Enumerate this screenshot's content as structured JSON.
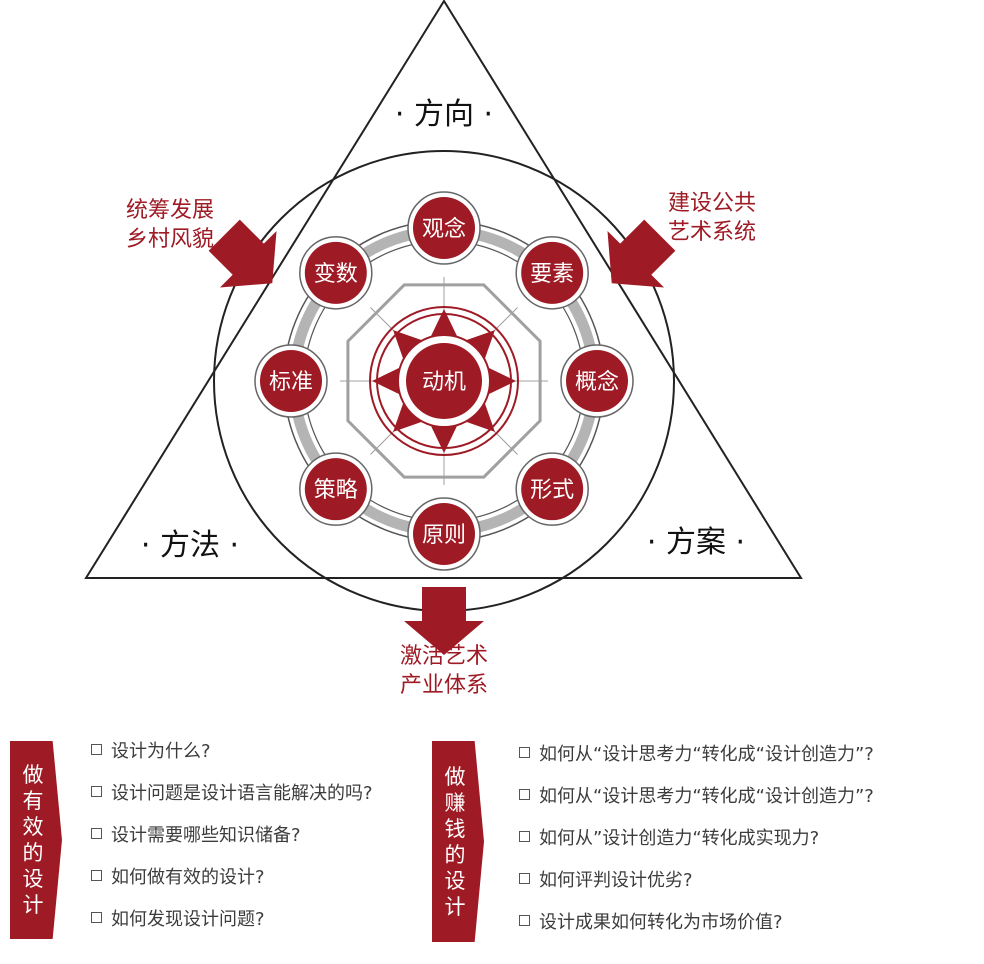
{
  "corners": {
    "top": "· 方向 ·",
    "left": "· 方法 ·",
    "right": "· 方案 ·"
  },
  "arrows": {
    "top_left": [
      "统筹发展",
      "乡村风貌"
    ],
    "top_right": [
      "建设公共",
      "艺术系统"
    ],
    "bottom": [
      "激活艺术",
      "产业体系"
    ]
  },
  "center_label": "动机",
  "nodes": [
    "观念",
    "要素",
    "概念",
    "形式",
    "原则",
    "策略",
    "标准",
    "变数"
  ],
  "colors": {
    "accent": "#9e1b25",
    "ring_gray": "#b4b4b4",
    "line": "#222222",
    "text": "#3c3c3c"
  },
  "left_panel": {
    "tag": "做有效的设计",
    "questions": [
      "设计为什么?",
      "设计问题是设计语言能解决的吗?",
      "设计需要哪些知识储备?",
      "如何做有效的设计?",
      "如何发现设计问题?"
    ]
  },
  "right_panel": {
    "tag": "做赚钱的设计",
    "questions": [
      "如何从“设计思考力“转化成“设计创造力”?",
      "如何从“设计思考力“转化成“设计创造力”?",
      "如何从”设计创造力“转化成实现力?",
      "如何评判设计优劣?",
      "设计成果如何转化为市场价值?"
    ]
  }
}
